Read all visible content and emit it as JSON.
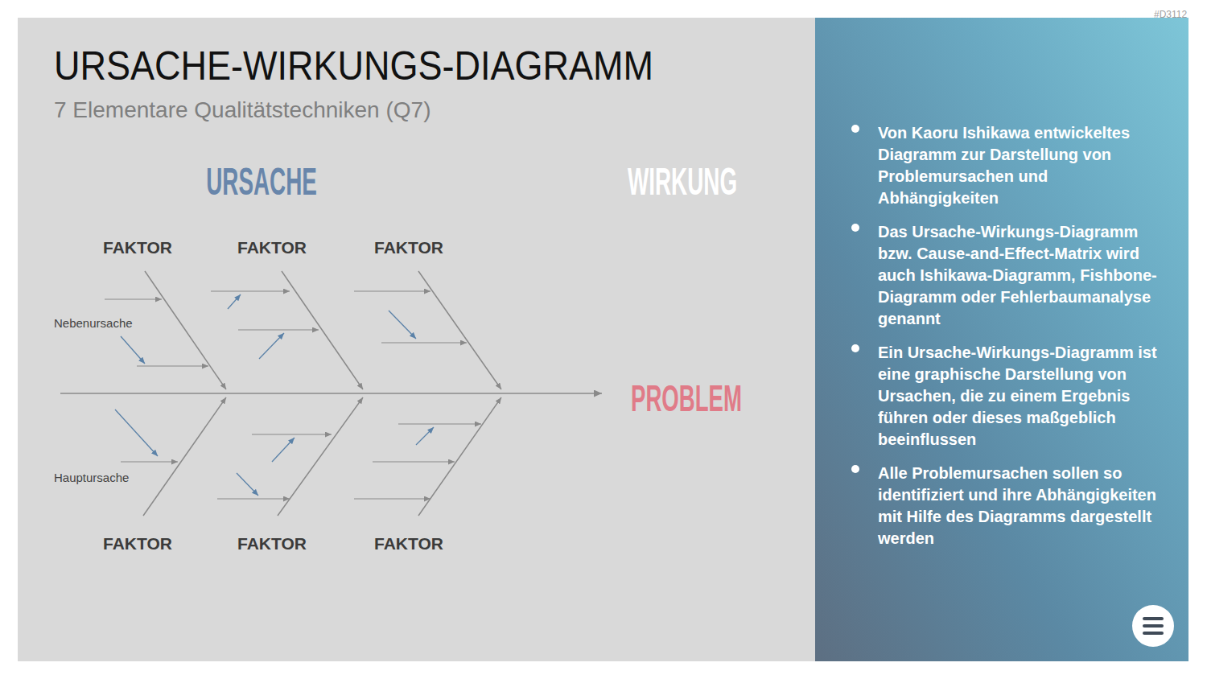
{
  "diagram": {
    "title": "URSACHE-WIRKUNGS-DIAGRAMM",
    "nodes": [
      {
        "text": [
          "Von Kaoru Ishikawa entwickeltes Diagramm zur Darstellung von Problemursachen und Abhängigkeiten",
          "Das Ursache-Wirkungs-Diagramm bzw. Cause-and-Effect-Matrix wird auch Ishikawa-Diagramm, Fishbone-Diagramm oder Fehlerbaumanalyse genannt",
          "Ein Ursache-Wirkungs-Diagramm ist eine graphische Darstellung von Ursachen, die zu einem Ergebnis führen oder dieses maßgeblich beeinflussen",
          "Alle Problemursachen sollen so identifiziert und ihre Abhängigkeiten mit Hilfe des Diagramms dargestellt werden"
        ]
      }
    ],
    "labels": [
      "#D3112",
      "7 Elementare Qualitätstechniken (Q7)",
      "URSACHE",
      "WIRKUNG",
      "FAKTOR",
      "FAKTOR",
      "FAKTOR",
      "Nebenursache",
      "PROBLEM",
      "Hauptursache",
      "FAKTOR",
      "FAKTOR",
      "FAKTOR"
    ]
  }
}
